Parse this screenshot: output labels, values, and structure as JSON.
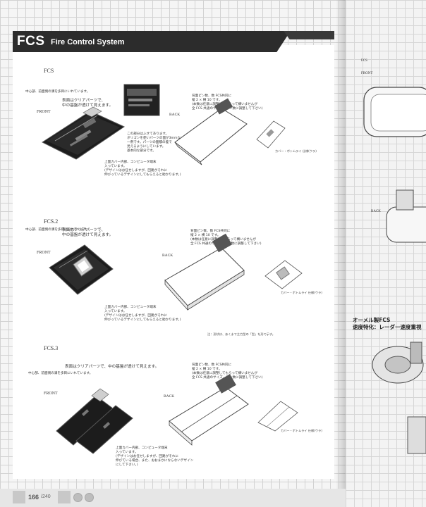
{
  "header": {
    "title": "FCS",
    "subtitle": "Fire Control System"
  },
  "sections": [
    {
      "label": "FCS",
      "front_label": "FRONT",
      "back_label": "BACK",
      "note_top": "中心部、前面側の溝を多目にいれています。",
      "note_clear": "表面はクリアパーツで、\n中の基盤が透けて見えます。",
      "note_detail": "この部分はふせてあります。\nボリゴンを使いパーツの面が3mmな\n一例です。パーツの面積の差で\n見えるようにしています。\n基本的な部分です。",
      "note_bottom": "上面カバー内部、コンピュータ端末\n入っています。\n(デザインはお任せしますが、回路がそれに\n伸びっているデザインにしてもらえると助かります。)",
      "note_back": "背面ピン数、数 FCS共同に\n縦 2 × 横 10 です。\n(本数は任意に調整してもらって構いませんが\n全 FCS 共通のサイズ、ピン数に調整して下さい)",
      "cover_caption": "カバー・ボトムライ 仕様(ウラ)"
    },
    {
      "label": "FCS.2",
      "front_label": "FRONT",
      "back_label": "BACK",
      "note_top": "中心部、前面側の溝を多目にいれています。",
      "note_clear": "表面はクリアパーツで、\n中の基盤が透けて見えます。",
      "note_bottom": "上面カバー内部、コンピュータ端末\n入っています。\n(デザインはお任せしますが、回路がそれに\n伸びっているデザインにしてもらえると助かります。)",
      "note_back": "背面ピン数、数 FCS共同に\n縦 2 × 横 10 です。\n(本数は任意に調整してもらって構いませんが\n全 FCS 共通のサイズ、ピン数に調整して下さい)",
      "cover_caption": "カバー・ボトムライ 仕様(ウラ)",
      "note_footer": "注：形状は、あくまで主力型の「型」を形で示す。"
    },
    {
      "label": "FCS.3",
      "front_label": "FRONT",
      "back_label": "BACK",
      "note_top": "中心部、前面側の溝を多目にいれています。",
      "note_clear": "表面はクリアパーツで、中の基盤が透けて見えます。",
      "note_bottom": "上面カバー内部、コンピュータ端末\n入っています。\n(デザインはお任せしますが、回路がそれに\n伸びている場合、また、おおまかにならないデザイン\nにして下さい。)",
      "note_back": "背面ピン数、数 FCS共同に\n縦 2 × 横 10 です。\n(本数は任意に調整してもらって構いませんが\n全 FCS 共通のサイズ、ピン数に調整して下さい)",
      "cover_caption": "カバー・ボトムライ 仕様(ウラ)"
    }
  ],
  "right_page": {
    "label": "FCS",
    "front_label": "FRONT",
    "back_label": "BACK",
    "heading_line1": "オーメル製FCS",
    "heading_line2": "速度特化：レーダー速度重視"
  },
  "footer": {
    "page_number": "166",
    "page_total": "/240"
  },
  "colors": {
    "title_bar": "#2c2c2c",
    "device_dark": "#1c1c1c",
    "device_highlight": "#9a9a9a",
    "grid_line": "#d2d2d2"
  }
}
